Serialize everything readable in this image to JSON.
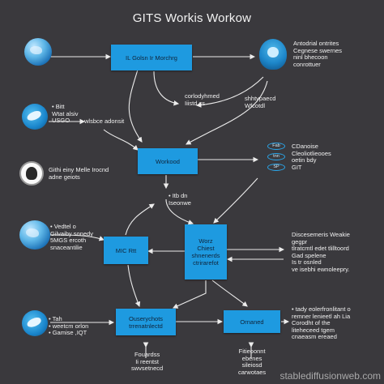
{
  "title": "GITS Workis Workow",
  "boxes": {
    "top": [
      "IL Golsn Ir Morchrg"
    ],
    "workood": [
      "Workood"
    ],
    "mic": [
      "MIC Rtt"
    ],
    "center": [
      "Worz",
      "Chiest",
      "shnenerds",
      "ctrirarefot"
    ],
    "bottom_left": [
      "Ouserychots",
      "trrenatnlectd"
    ],
    "bottom_right": [
      "Ornaned"
    ]
  },
  "labels": {
    "right_top": [
      "Antodrial ontrites",
      "Cegnese swernes",
      "ninl bhecoon",
      "conrottuer"
    ],
    "left_top": [
      "• Bitt",
      "Wtat alsiv",
      "USGO"
    ],
    "arrow_hub": [
      "wlsbce adonsit"
    ],
    "mid_top_left": [
      "corlodyhmed",
      "Iiistd cs"
    ],
    "mid_top_right": [
      "shhtypaecd",
      "Wfcotdl"
    ],
    "right_mid": [
      "CDanoise",
      "Cleoliotlieooes",
      "oetin bdy",
      "GIT"
    ],
    "left_mid": [
      "Githi einy Melle Irocnd",
      "adne geiots"
    ],
    "under_workood": [
      "• Itb dn",
      "Iseonwe"
    ],
    "left_lower": [
      "• Vedtel o",
      "Gilvaiby sonedy",
      "5MGS ercoth",
      "snaceantilie"
    ],
    "right_lower": [
      "Discesemeris Weakie",
      "gegpr",
      "tlratcmtl edet tlilltoord",
      "Gad spelene",
      "Is tr osnled",
      "ve isebhi ewnoleepry."
    ],
    "left_bottom": [
      "• Tah",
      "• weetcm orlon",
      "• Gamise ,IQT"
    ],
    "right_bottom": [
      "• tady eolerfronlitant o",
      "remner lenieetl ah Lia",
      "Corodht of the",
      "liteheceed tgem",
      "cnaeasm ereaed"
    ],
    "below_left": [
      "Fouardss",
      "Ii reentst",
      "swvsetnecd"
    ],
    "below_right": [
      "Fitieoonnt",
      "ebenes",
      "sileiosd",
      "carwotaes"
    ],
    "rings": [
      "Fab",
      "tnn",
      "SP"
    ]
  },
  "watermark": "stablediffusionweb.com",
  "colors": {
    "background": "#3a393d",
    "box": "#1e9ae0",
    "line": "#ececec"
  }
}
